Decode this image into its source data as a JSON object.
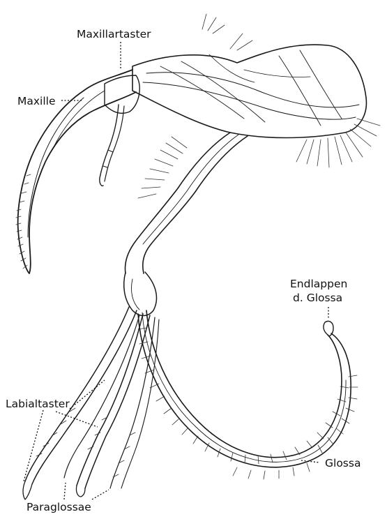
{
  "labels": {
    "maxillartaster": "Maxillartaster",
    "maxille": "Maxille",
    "endlappen_line1": "Endlappen",
    "endlappen_line2": "d. Glossa",
    "labialtaster": "Labialtaster",
    "glossa": "Glossa",
    "paraglossae": "Paraglossae"
  }
}
